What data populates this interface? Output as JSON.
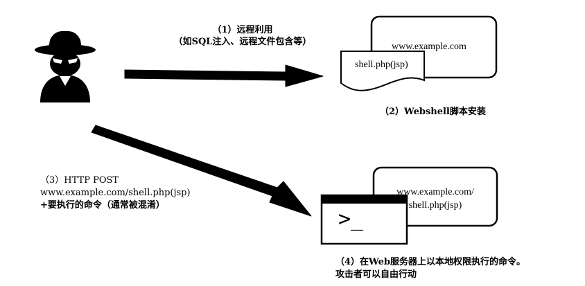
{
  "step1": {
    "line1": "（1）远程利用",
    "line2": "（如SQL注入、远程文件包含等）"
  },
  "card_back_top": {
    "text": "www.example.com"
  },
  "card_front_top": {
    "text": "shell.php(jsp)"
  },
  "step2": {
    "text": "（2）Webshell脚本安装"
  },
  "step3": {
    "line1": "（3）HTTP POST",
    "line2": "www.example.com/shell.php(jsp)",
    "line3": "+要执行的命令（通常被混淆）"
  },
  "card_back_bottom": {
    "line1": "www.example.com/",
    "line2": "shell.php(jsp)"
  },
  "terminal": {
    "prompt": ">_"
  },
  "step4": {
    "line1": "（4）在Web服务器上以本地权限执行的命令。",
    "line2": "攻击者可以自由行动"
  },
  "colors": {
    "ink": "#000000",
    "paper": "#ffffff"
  },
  "icons": {
    "attacker": "hacker-icon",
    "terminal": "terminal-icon",
    "file": "document-icon"
  }
}
